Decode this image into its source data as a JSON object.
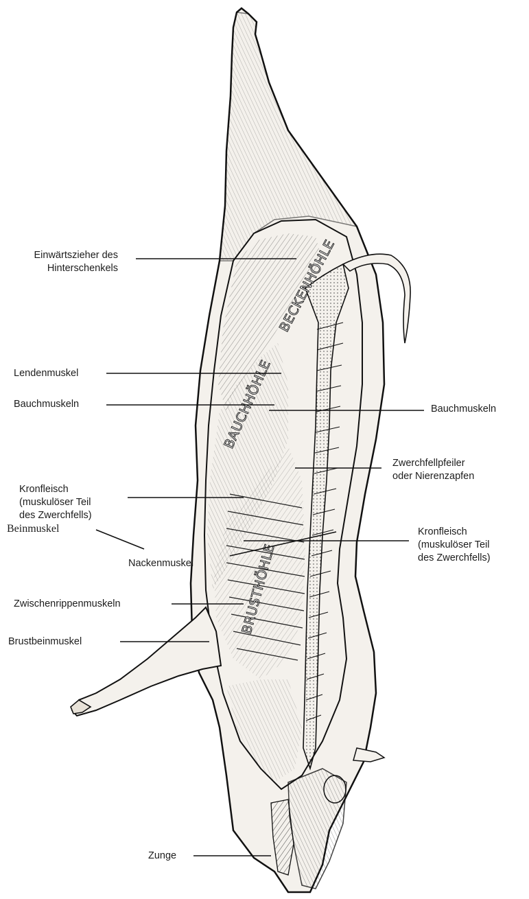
{
  "labels": {
    "einwaertszieher": [
      "Einwärtszieher des",
      "Hinterschenkels"
    ],
    "lendenmuskel": "Lendenmuskel",
    "bauchmuskeln_left": "Bauchmuskeln",
    "bauchmuskeln_right": "Bauchmuskeln",
    "zwerchfellpfeiler": [
      "Zwerchfellpfeiler",
      "oder Nierenzapfen"
    ],
    "kronfleisch_left": [
      "Kronfleisch",
      "(muskulöser Teil",
      "des Zwerchfells)"
    ],
    "kronfleisch_right": [
      "Kronfleisch",
      "(muskulöser Teil",
      "des Zwerchfells)"
    ],
    "zwischenrippenmuskeln": "Zwischenrippenmuskeln",
    "brustbeinmuskel": "Brustbeinmuskel",
    "beinmuskel": "Beinmuskel",
    "nackenmuskel": "Nackenmuskel",
    "zunge": "Zunge"
  },
  "cavities": {
    "beckenhoehle": "BECKENHÖHLE",
    "bauchhoehle": "BAUCHHÖHLE",
    "brusthoehle": "BRUSTHÖHLE"
  },
  "colors": {
    "ink": "#1c1c1c",
    "paper": "#ffffff"
  }
}
